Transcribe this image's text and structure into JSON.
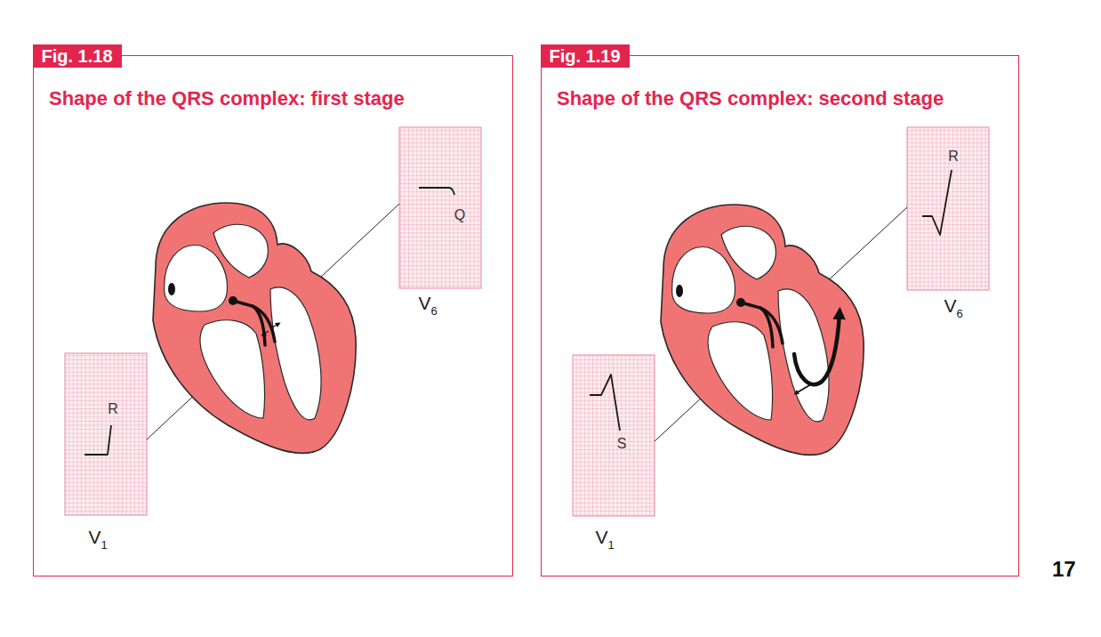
{
  "diagram": {
    "nodes": [
      {
        "text": [
          "Fig. 1.18",
          "Shape of the QRS complex: first stage"
        ]
      },
      {
        "text": [
          "Q",
          "V6"
        ],
        "in": 0
      },
      {
        "text": [
          "R",
          "V1"
        ],
        "in": 0
      },
      {
        "text": [
          "Fig. 1.19",
          "Shape of the QRS complex: second stage"
        ]
      },
      {
        "text": [
          "R",
          "V6"
        ],
        "in": 3
      },
      {
        "text": [
          "S",
          "V1"
        ],
        "in": 3
      }
    ],
    "labels": [
      "17"
    ]
  }
}
